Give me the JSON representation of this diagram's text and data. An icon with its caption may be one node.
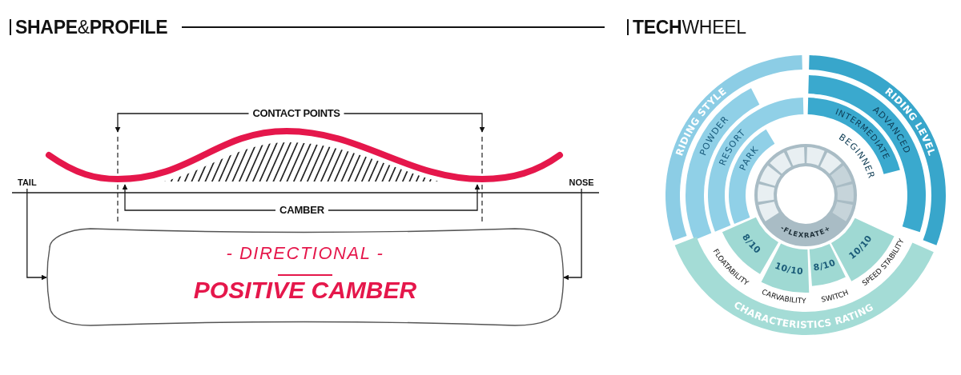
{
  "diagram": {
    "nodes": [
      {
        "text": [
          "CONTACT POINTS"
        ]
      },
      {
        "text": [
          "TAIL"
        ]
      },
      {
        "text": [
          "NOSE"
        ]
      },
      {
        "text": [
          "CAMBER"
        ]
      },
      {
        "text": [
          "- DIRECTIONAL -",
          "POSITIVE CAMBER"
        ]
      },
      {
        "text": [
          "RIDING STYLE"
        ]
      },
      {
        "text": [
          "POWDER"
        ]
      },
      {
        "text": [
          "RESORT"
        ]
      },
      {
        "text": [
          "PARK"
        ]
      },
      {
        "text": [
          "RIDING LEVEL"
        ]
      },
      {
        "text": [
          "ADVANCED"
        ]
      },
      {
        "text": [
          "INTERMEDIATE"
        ]
      },
      {
        "text": [
          "-FLEXRATE+"
        ]
      },
      {
        "text": [
          "8/10"
        ],
        "beside": [
          "FLOATABILITY"
        ]
      },
      {
        "text": [
          "10/10"
        ],
        "beside": [
          "CARVABILITY"
        ]
      },
      {
        "text": [
          "8/10"
        ],
        "beside": [
          "SWITCH"
        ]
      },
      {
        "text": [
          "10/10"
        ],
        "beside": [
          "SPEED STABILITY"
        ]
      },
      {
        "text": [
          "CHARACTERISTICS RATING"
        ]
      },
      {
        "text": [],
        "shape": "picture"
      }
    ],
    "edges": [
      {
        "from": 1,
        "to": 4,
        "arrow": "to"
      },
      {
        "from": 2,
        "to": 4,
        "arrow": "to"
      },
      {
        "from": 0,
        "to": 18,
        "arrow": "to"
      },
      {
        "from": 0,
        "to": 18,
        "arrow": "to"
      },
      {
        "from": 3,
        "to": 18,
        "arrow": "to"
      },
      {
        "from": 3,
        "to": 18,
        "arrow": "to"
      }
    ],
    "labels": [
      "**SHAPE**&**PROFILE**",
      "**TECH**WHEEL",
      "BEGINNER"
    ]
  }
}
